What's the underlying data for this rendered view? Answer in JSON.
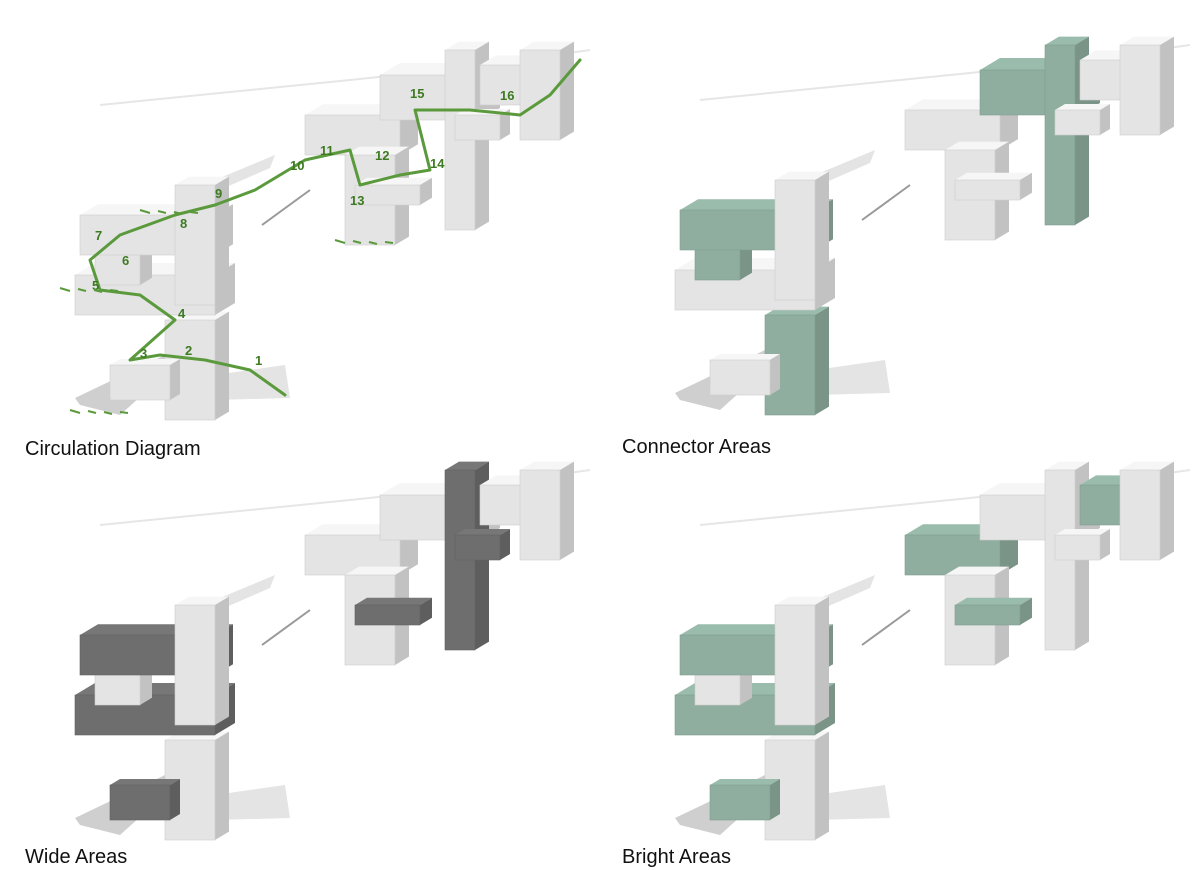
{
  "panels": [
    {
      "id": "circulation",
      "label": "Circulation Diagram",
      "highlight_color": null
    },
    {
      "id": "connector",
      "label": "Connector Areas",
      "highlight_color": "#8fae9f"
    },
    {
      "id": "wide",
      "label": "Wide Areas",
      "highlight_color": "#6e6e6e"
    },
    {
      "id": "bright",
      "label": "Bright Areas",
      "highlight_color": "#8fae9f"
    }
  ],
  "circulation": {
    "path_color": "#5b9a3c",
    "step_labels": [
      "1",
      "2",
      "3",
      "4",
      "5",
      "6",
      "7",
      "8",
      "9",
      "10",
      "11",
      "12",
      "13",
      "14",
      "15",
      "16"
    ]
  },
  "colors": {
    "block": "#e4e4e4",
    "block_side": "#cfcfcf",
    "block_top": "#f1f1f1"
  }
}
